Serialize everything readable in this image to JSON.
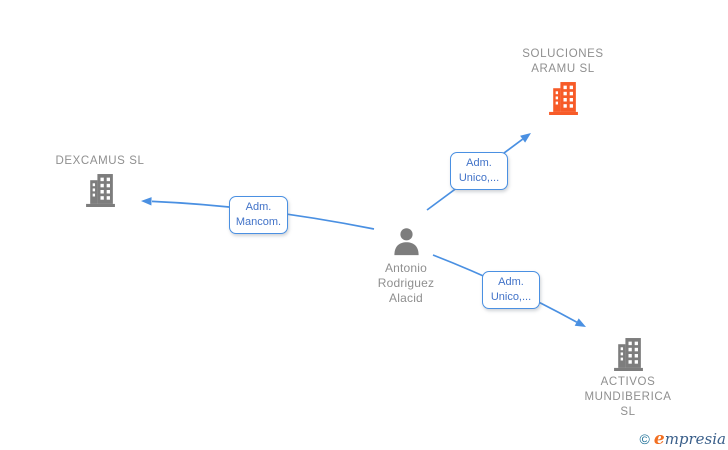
{
  "diagram": {
    "person": {
      "name_lines": "Antonio\nRodriguez\nAlacid"
    },
    "companies": {
      "soluciones": {
        "name_lines": "SOLUCIONES\nARAMU  SL"
      },
      "dexcamus": {
        "name_lines": "DEXCAMUS SL"
      },
      "activos": {
        "name_lines": "ACTIVOS\nMUNDIBERICA\nSL"
      }
    },
    "edges": {
      "to_dexcamus": {
        "label": "Adm.\nMancom."
      },
      "to_soluciones": {
        "label": "Adm.\nUnico,..."
      },
      "to_activos": {
        "label": "Adm.\nUnico,..."
      }
    }
  },
  "footer": {
    "copyright_symbol": "©",
    "brand_first_letter": "e",
    "brand_rest": "mpresia"
  },
  "colors": {
    "edge_blue": "#4a90e2",
    "label_text_blue": "#4273c8",
    "node_gray": "#7d7d7d",
    "text_gray": "#8f8f8f",
    "brand_orange": "#f75b28",
    "copyright_blue": "#1d7097",
    "brand_blue": "#3a5f8a"
  }
}
